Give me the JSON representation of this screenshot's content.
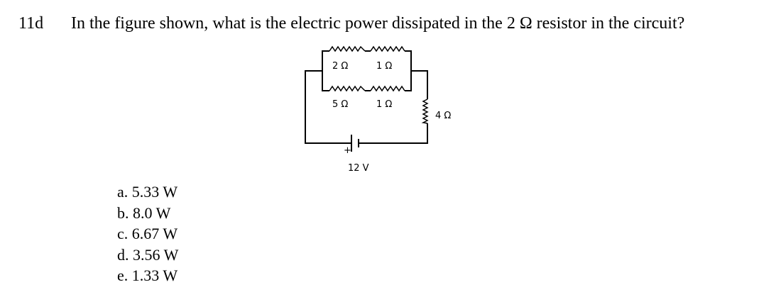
{
  "question": {
    "number": "11d",
    "text": "In the figure shown, what is the electric power dissipated in the 2 Ω resistor in the circuit?"
  },
  "circuit": {
    "resistor_top_left_label": "2 Ω",
    "resistor_top_right_label": "1 Ω",
    "resistor_bottom_left_label": "5 Ω",
    "resistor_bottom_right_label": "1 Ω",
    "resistor_right_label": "4 Ω",
    "battery_polarity_label": "+",
    "battery_label": "12 V"
  },
  "answers": [
    "a. 5.33 W",
    "b. 8.0 W",
    "c. 6.67 W",
    "d. 3.56 W",
    "e. 1.33 W"
  ]
}
